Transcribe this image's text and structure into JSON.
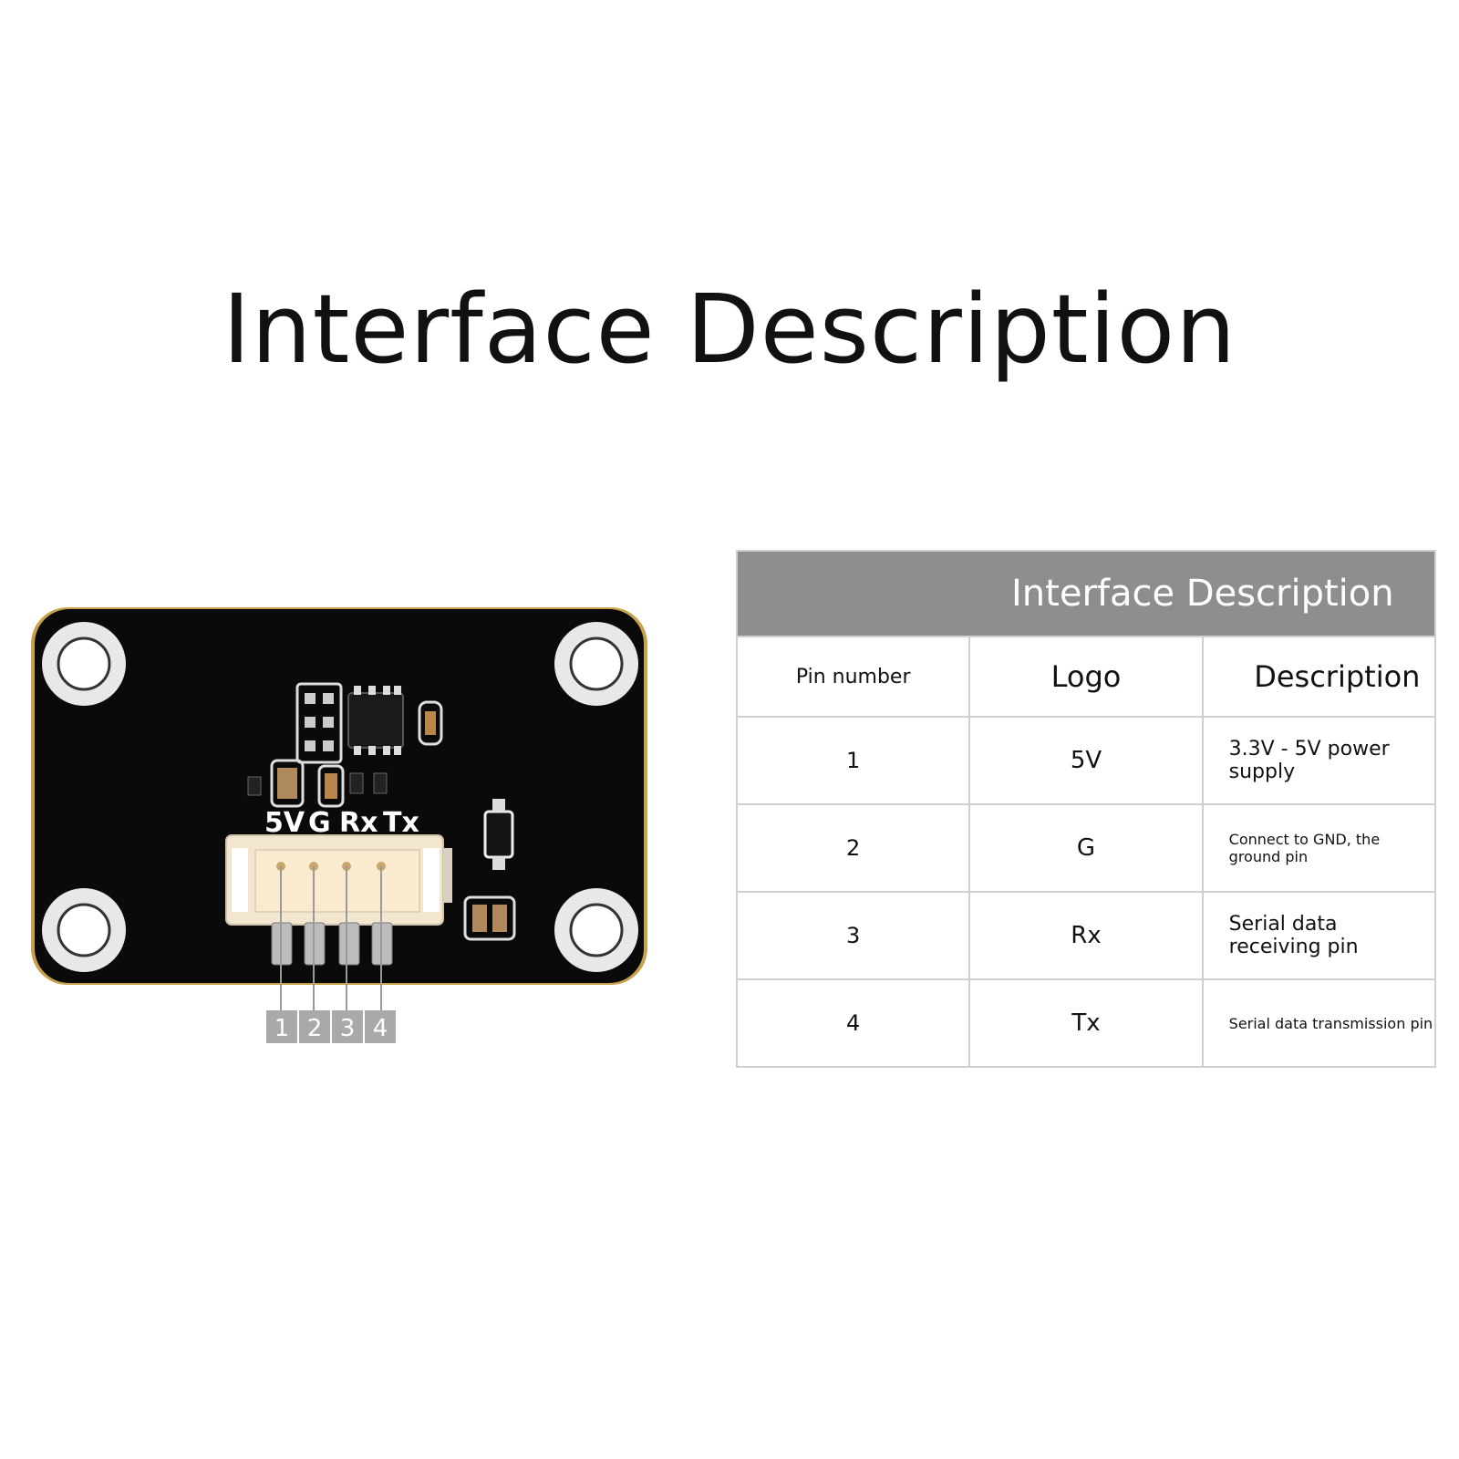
{
  "page": {
    "title": "Interface Description"
  },
  "board": {
    "silkscreen_labels": [
      "5V",
      "G",
      "Rx",
      "Tx"
    ],
    "pin_numbers": [
      "1",
      "2",
      "3",
      "4"
    ]
  },
  "table": {
    "title": "Interface Description",
    "headers": [
      "Pin number",
      "Logo",
      "Description"
    ],
    "rows": [
      {
        "pin": "1",
        "logo": "5V",
        "description": "3.3V - 5V power supply"
      },
      {
        "pin": "2",
        "logo": "G",
        "description": "Connect to GND, the ground pin"
      },
      {
        "pin": "3",
        "logo": "Rx",
        "description": "Serial data receiving pin"
      },
      {
        "pin": "4",
        "logo": "Tx",
        "description": "Serial data transmission pin"
      }
    ]
  },
  "colors": {
    "pcb": "#0a0a0a",
    "pcb_edge": "#c8a24a",
    "header_fill": "#8e8e8e",
    "pin_badge": "#a9a9a9",
    "connector": "#f3e6cf"
  }
}
